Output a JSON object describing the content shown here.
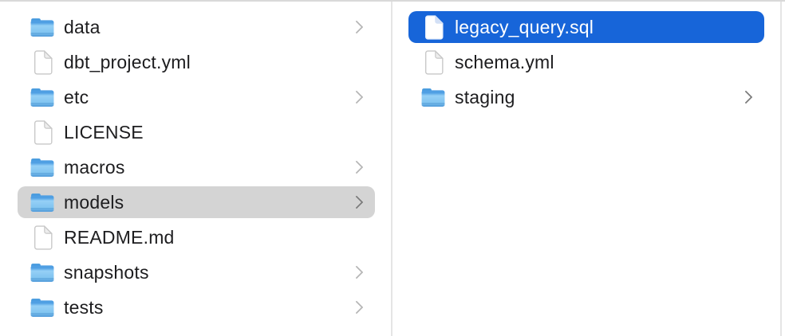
{
  "app": {
    "view": "finder-column-view"
  },
  "colors": {
    "selection_primary": "#1765d9",
    "selection_secondary": "#d4d4d4",
    "text": "#1d1d1f",
    "text_selected": "#ffffff",
    "divider": "#e5e5e5",
    "folder_blue": "#6db6ee",
    "chevron_light": "#b6b6b6",
    "chevron_dark": "#7b7b7b"
  },
  "columns": [
    {
      "id": "left",
      "items": [
        {
          "label": "data",
          "kind": "folder",
          "chevron": true,
          "chevron_tone": "light",
          "selected": "none"
        },
        {
          "label": "dbt_project.yml",
          "kind": "file",
          "chevron": false,
          "chevron_tone": "light",
          "selected": "none"
        },
        {
          "label": "etc",
          "kind": "folder",
          "chevron": true,
          "chevron_tone": "light",
          "selected": "none"
        },
        {
          "label": "LICENSE",
          "kind": "file",
          "chevron": false,
          "chevron_tone": "light",
          "selected": "none"
        },
        {
          "label": "macros",
          "kind": "folder",
          "chevron": true,
          "chevron_tone": "light",
          "selected": "none"
        },
        {
          "label": "models",
          "kind": "folder",
          "chevron": true,
          "chevron_tone": "dark",
          "selected": "secondary"
        },
        {
          "label": "README.md",
          "kind": "file",
          "chevron": false,
          "chevron_tone": "light",
          "selected": "none"
        },
        {
          "label": "snapshots",
          "kind": "folder",
          "chevron": true,
          "chevron_tone": "light",
          "selected": "none"
        },
        {
          "label": "tests",
          "kind": "folder",
          "chevron": true,
          "chevron_tone": "light",
          "selected": "none"
        }
      ]
    },
    {
      "id": "right",
      "items": [
        {
          "label": "legacy_query.sql",
          "kind": "file",
          "chevron": false,
          "chevron_tone": "light",
          "selected": "primary"
        },
        {
          "label": "schema.yml",
          "kind": "file",
          "chevron": false,
          "chevron_tone": "light",
          "selected": "none"
        },
        {
          "label": "staging",
          "kind": "folder",
          "chevron": true,
          "chevron_tone": "dark",
          "selected": "none"
        }
      ]
    }
  ]
}
